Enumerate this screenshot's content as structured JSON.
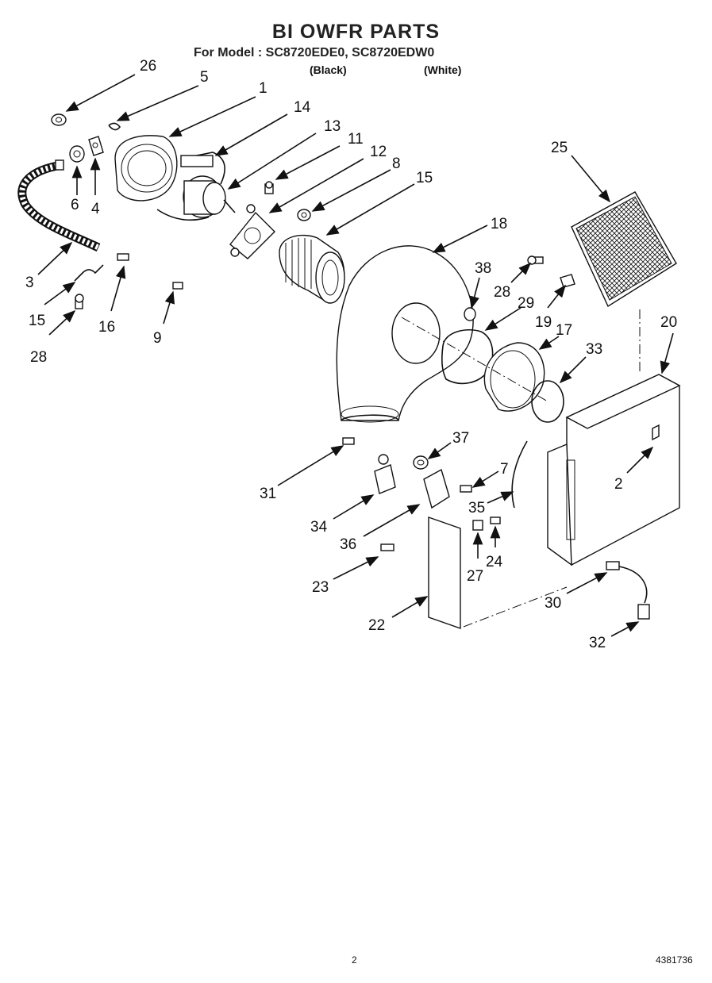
{
  "header": {
    "title": "BI OWFR PARTS",
    "model_line": "For Model : SC8720EDE0, SC8720EDW0",
    "color_black": "(Black)",
    "color_white": "(White)"
  },
  "footer": {
    "page_number": "2",
    "doc_code": "4381736"
  },
  "callouts": [
    "26",
    "5",
    "1",
    "14",
    "13",
    "11",
    "12",
    "8",
    "15",
    "6",
    "4",
    "3",
    "15",
    "16",
    "28",
    "9",
    "18",
    "38",
    "28",
    "29",
    "19",
    "17",
    "33",
    "25",
    "20",
    "2",
    "37",
    "7",
    "31",
    "35",
    "34",
    "36",
    "27",
    "24",
    "23",
    "30",
    "22",
    "32"
  ]
}
